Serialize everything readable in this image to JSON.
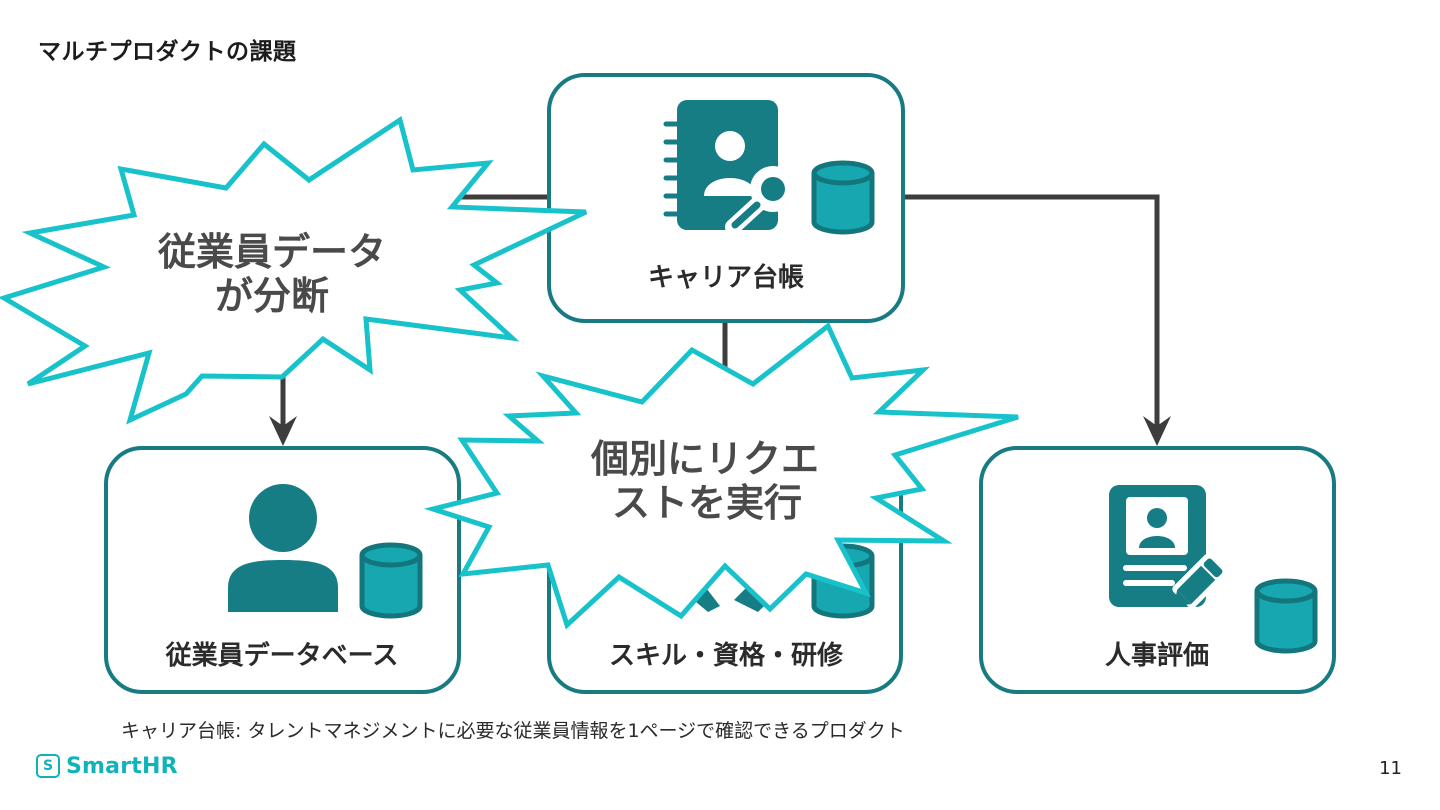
{
  "slide": {
    "title": "マルチプロダクトの課題",
    "page_number": "11",
    "brand": {
      "name": "SmartHR",
      "mark": "S",
      "color": "#11b3bb"
    }
  },
  "colors": {
    "box_border": "#187b82",
    "icon": "#167d84",
    "database": "#17a7b0",
    "burst_outline": "#18c2ca",
    "connector": "#3d3d3d"
  },
  "nodes": {
    "career": {
      "label": "キャリア台帳",
      "icon": "contact-book-search-icon"
    },
    "employee_db": {
      "label": "従業員データベース",
      "icon": "person-icon"
    },
    "skills": {
      "label": "スキル・資格・研修",
      "icon": "skills-icon"
    },
    "evaluation": {
      "label": "人事評価",
      "icon": "profile-document-edit-icon"
    }
  },
  "callouts": {
    "fragmented": {
      "lines": [
        "従業員データ",
        "が分断"
      ]
    },
    "individual_requests": {
      "lines": [
        "個別にリクエ",
        "ストを実行"
      ]
    }
  },
  "footnote": "キャリア台帳: タレントマネジメントに必要な従業員情報を1ページで確認できるプロダクト"
}
